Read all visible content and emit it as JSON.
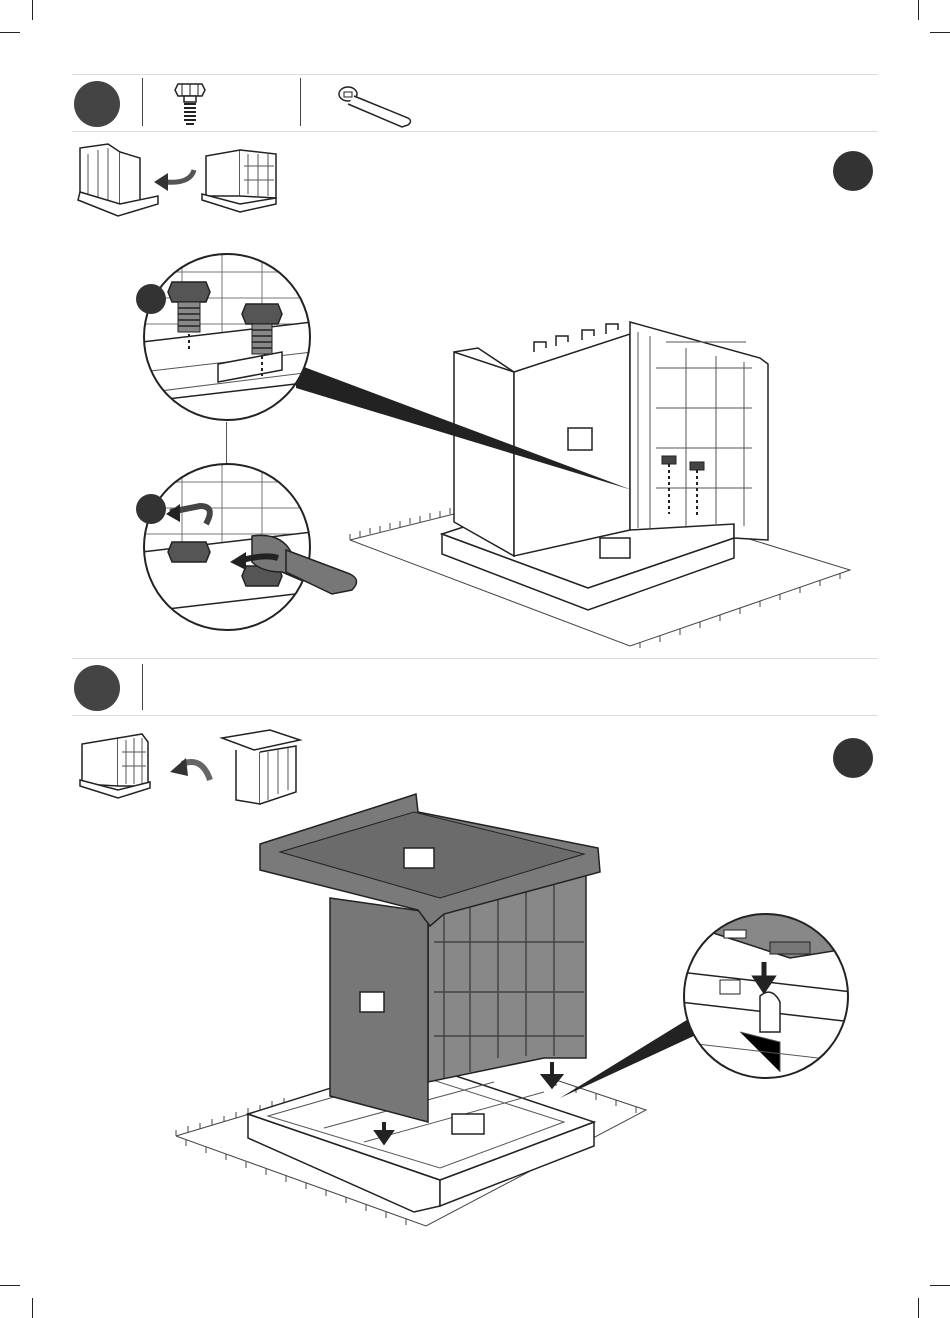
{
  "page": {
    "step_markers": [
      "step-1-marker",
      "step-2-marker"
    ],
    "colors": {
      "ink": "#222222",
      "dark_part": "#6b6b6b",
      "marker": "#444444",
      "rule": "#dddddd"
    }
  },
  "step1": {
    "parts": [
      "screw-part-icon",
      "wrench-tool-icon"
    ],
    "detail_callouts": [
      "detail-a-marker",
      "detail-b-marker"
    ],
    "part_labels": [
      "",
      ""
    ]
  },
  "step2": {
    "parts": [],
    "part_labels": [
      "",
      "",
      ""
    ]
  }
}
